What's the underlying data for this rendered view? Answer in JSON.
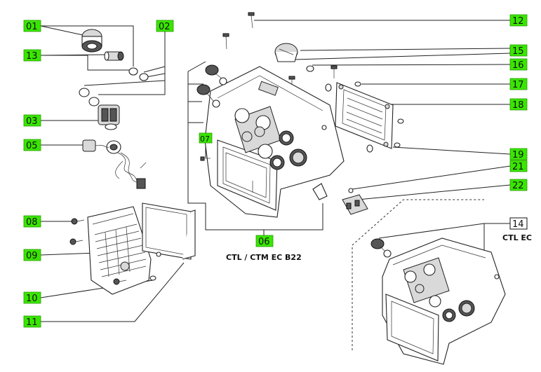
{
  "diagram": {
    "labels": {
      "l01": "01",
      "l02": "02",
      "l03": "03",
      "l05": "05",
      "l06": "06",
      "l07": "07",
      "l08": "08",
      "l09": "09",
      "l10": "10",
      "l11": "11",
      "l12": "12",
      "l13": "13",
      "l14": "14",
      "l15": "15",
      "l16": "16",
      "l17": "17",
      "l18": "18",
      "l19": "19",
      "l21": "21",
      "l22": "22"
    },
    "captions": {
      "left": "CTL / CTM EC B22",
      "right": "CTL EC"
    }
  }
}
